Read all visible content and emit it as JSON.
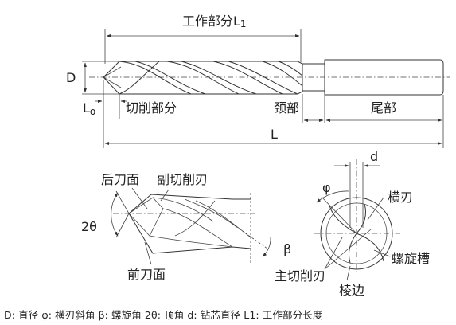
{
  "labels": {
    "working_length": "工作部分L",
    "working_length_sub": "1",
    "diameter": "D",
    "lo": "L",
    "lo_sub": "o",
    "cutting_part": "切削部分",
    "neck": "颈部",
    "tail": "尾部",
    "overall_length": "L",
    "back_face": "后刀面",
    "secondary_edge": "副切削刃",
    "point_angle": "2θ",
    "front_face": "前刀面",
    "helix_angle": "β",
    "web_thickness": "d",
    "chisel_angle": "φ",
    "chisel_edge": "横刃",
    "flute": "螺旋槽",
    "main_edge": "主切削刃",
    "margin": "棱边"
  },
  "caption": "D: 直径 φ: 横刃斜角 β: 螺旋角 2θ: 顶角 d: 钻芯直径 L1: 工作部分长度"
}
